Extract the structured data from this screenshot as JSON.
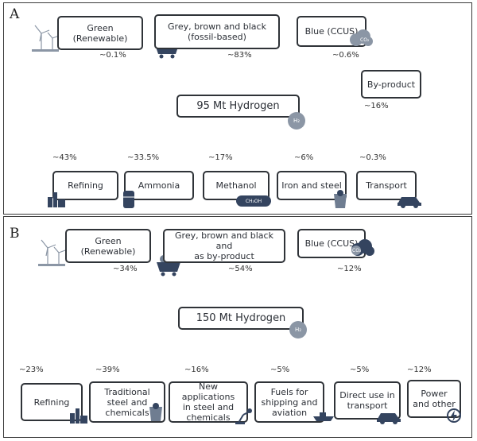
{
  "panelA": {
    "label": "A",
    "sources": [
      {
        "label": "Green\n(Renewable)",
        "share": "~0.1%",
        "icon": "wind-turbine-icon"
      },
      {
        "label": "Grey, brown and black\n(fossil-based)",
        "share": "~83%",
        "icon": "coal-cart-icon"
      },
      {
        "label": "Blue (CCUS)",
        "share": "~0.6%",
        "icon": "co2-cloud-icon"
      }
    ],
    "byproduct": {
      "label": "By-product",
      "share": "~16%"
    },
    "center": {
      "label": "95 Mt Hydrogen",
      "icon": "h2-molecule-icon",
      "icon_text": "H₂"
    },
    "uses": [
      {
        "label": "Refining",
        "share": "~43%",
        "icon": "refinery-icon"
      },
      {
        "label": "Ammonia",
        "share": "~33.5%",
        "icon": "ammonia-tank-icon"
      },
      {
        "label": "Methanol",
        "share": "~17%",
        "icon": "methanol-badge-icon",
        "badge": "CH₃OH"
      },
      {
        "label": "Iron and steel",
        "share": "~6%",
        "icon": "steel-bucket-icon"
      },
      {
        "label": "Transport",
        "share": "~0.3%",
        "icon": "car-icon"
      }
    ]
  },
  "panelB": {
    "label": "B",
    "sources": [
      {
        "label": "Green\n(Renewable)",
        "share": "~34%",
        "icon": "wind-turbine-icon"
      },
      {
        "label": "Grey, brown and black and\nas by-product",
        "share": "~54%",
        "icon": "coal-cart-icon"
      },
      {
        "label": "Blue (CCUS)",
        "share": "~12%",
        "icon": "co2-cloud-icon"
      }
    ],
    "center": {
      "label": "150 Mt Hydrogen",
      "icon": "h2-molecule-icon",
      "icon_text": "H₂"
    },
    "uses": [
      {
        "label": "Refining",
        "share": "~23%",
        "icon": "refinery-icon"
      },
      {
        "label": "Traditional\nsteel and\nchemicals",
        "share": "~39%",
        "icon": "steel-bucket-icon"
      },
      {
        "label": "New applications\nin steel and\nchemicals",
        "share": "~16%",
        "icon": "robot-arm-icon"
      },
      {
        "label": "Fuels for\nshipping and\naviation",
        "share": "~5%",
        "icon": "ship-icon"
      },
      {
        "label": "Direct use in\ntransport",
        "share": "~5%",
        "icon": "car-icon"
      },
      {
        "label": "Power\nand other",
        "share": "~12%",
        "icon": "power-plug-icon"
      }
    ]
  },
  "colors": {
    "line": "#3d4450",
    "box_border": "#2f3338",
    "icon_blue": "#34445f",
    "icon_grey": "#8b96a5"
  }
}
